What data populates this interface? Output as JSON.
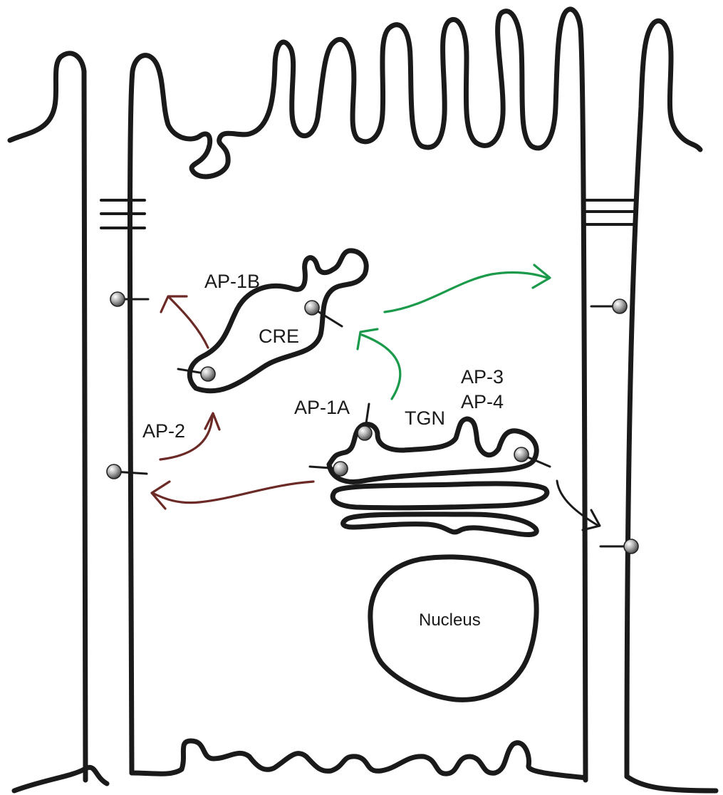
{
  "labels": {
    "ap1b": "AP-1B",
    "cre": "CRE",
    "ap2": "AP-2",
    "ap1a": "AP-1A",
    "tgn": "TGN",
    "ap3": "AP-3",
    "ap4": "AP-4",
    "nucleus": "Nucleus"
  },
  "colors": {
    "membrane": "#1a1a1a",
    "basolateral_arrow": "#6b2a26",
    "apical_arrow": "#1c9a4b",
    "lysosomal_arrow": "#1a1a1a",
    "receptor_ball": "#9a9a9a"
  }
}
